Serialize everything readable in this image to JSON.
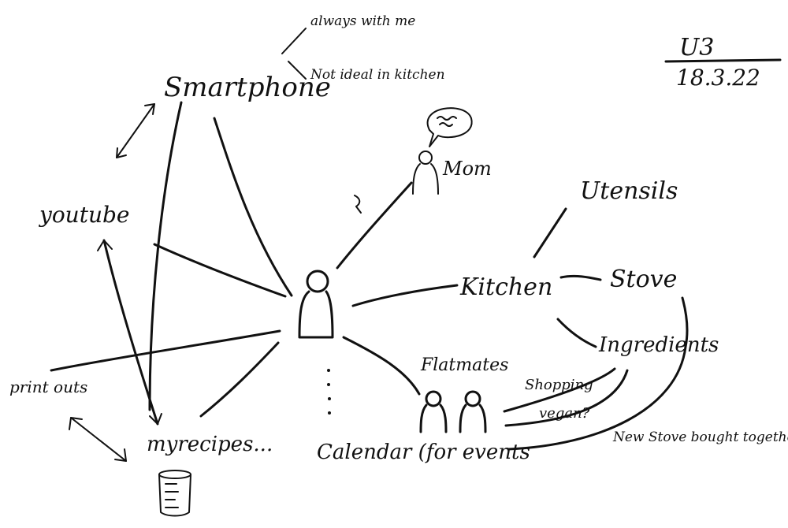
{
  "meta": {
    "code": "U3",
    "date": "18.3.22"
  },
  "nodes": {
    "smartphone": "Smartphone",
    "smartphone_note_1": "always with me",
    "smartphone_note_2": "Not ideal in kitchen",
    "youtube": "youtube",
    "mom": "Mom",
    "utensils": "Utensils",
    "kitchen": "Kitchen",
    "stove": "Stove",
    "ingredients": "Ingredients",
    "flatmates": "Flatmates",
    "shopping": "Shopping",
    "vegan": "vegan?",
    "new_stove_note": "New Stove bought together",
    "print_outs": "print outs",
    "myrecipes": "myrecipes...",
    "calendar": "Calendar (for events"
  }
}
